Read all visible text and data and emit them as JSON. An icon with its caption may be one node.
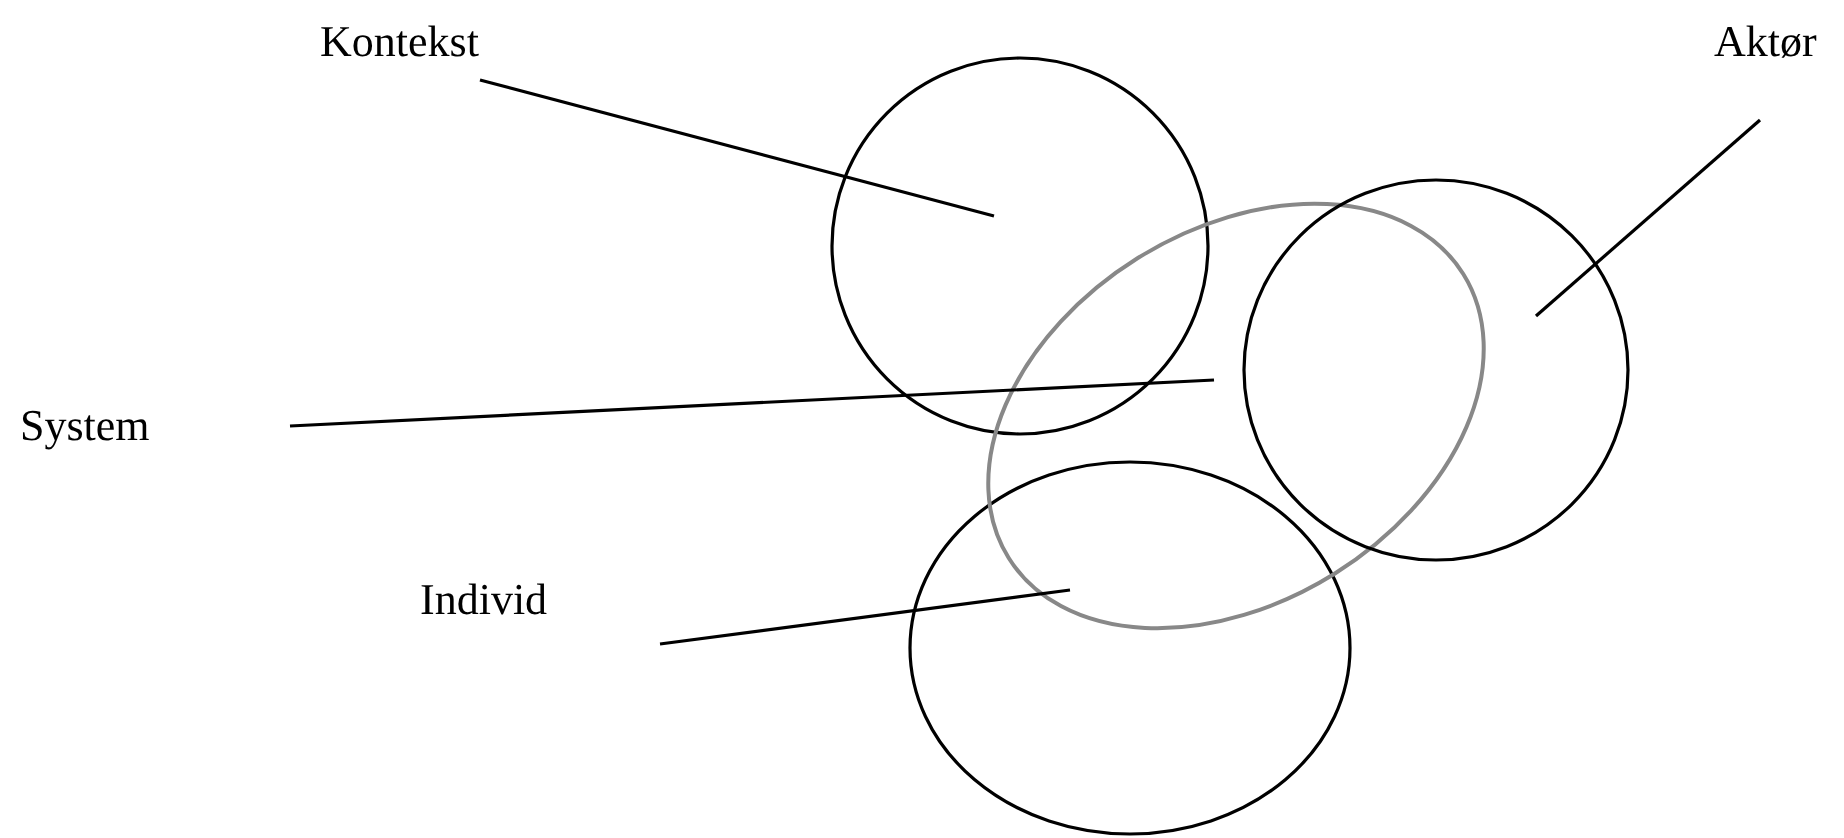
{
  "diagram": {
    "nodes": [
      {
        "text": [
          "Kontekst"
        ]
      },
      {
        "text": [
          "Aktør"
        ]
      },
      {
        "text": [
          "System"
        ]
      },
      {
        "text": [
          "Individ"
        ]
      },
      {
        "text": [],
        "shape": "circle"
      },
      {
        "text": [],
        "shape": "circle"
      },
      {
        "text": [],
        "shape": "ellipse"
      },
      {
        "text": [],
        "shape": "circle"
      }
    ],
    "edges": [
      {
        "from": 0,
        "to": 4,
        "arrow": "none"
      },
      {
        "from": 1,
        "to": 7,
        "arrow": "none"
      },
      {
        "from": 2,
        "to": 6,
        "arrow": "none"
      },
      {
        "from": 3,
        "to": 5,
        "arrow": "none"
      }
    ]
  }
}
